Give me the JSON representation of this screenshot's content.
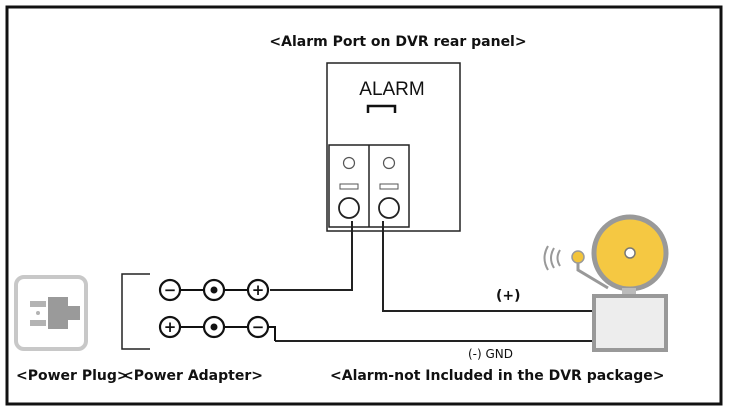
{
  "diagram": {
    "title": "<Alarm  Port on DVR rear panel>",
    "port_label": "ALARM",
    "plus_label": "(+)",
    "gnd_label": "(-) GND",
    "captions": {
      "power_plug": "<Power Plug>",
      "power_adapter": "<Power Adapter>",
      "alarm_device": "<Alarm-not Included in the DVR package>"
    },
    "adapter_top_row": [
      "−",
      "●",
      "+"
    ],
    "adapter_bottom_row": [
      "+",
      "●",
      "−"
    ]
  }
}
